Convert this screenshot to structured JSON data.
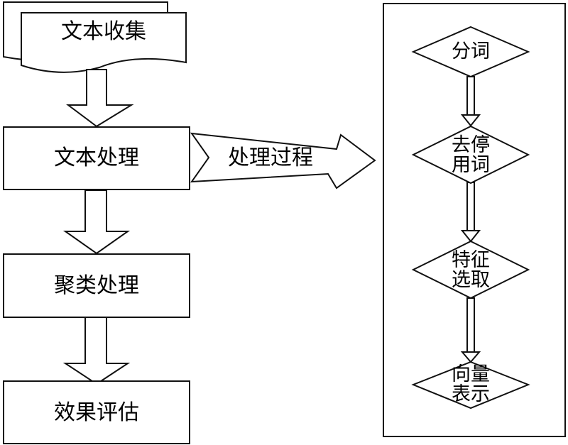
{
  "nodes": {
    "collect": "文本收集",
    "process": "文本处理",
    "cluster": "聚类处理",
    "evaluate": "效果评估"
  },
  "callout": "处理过程",
  "steps": [
    {
      "line1": "分词",
      "line2": ""
    },
    {
      "line1": "去停",
      "line2": "用词"
    },
    {
      "line1": "特征",
      "line2": "选取"
    },
    {
      "line1": "向量",
      "line2": "表示"
    }
  ]
}
